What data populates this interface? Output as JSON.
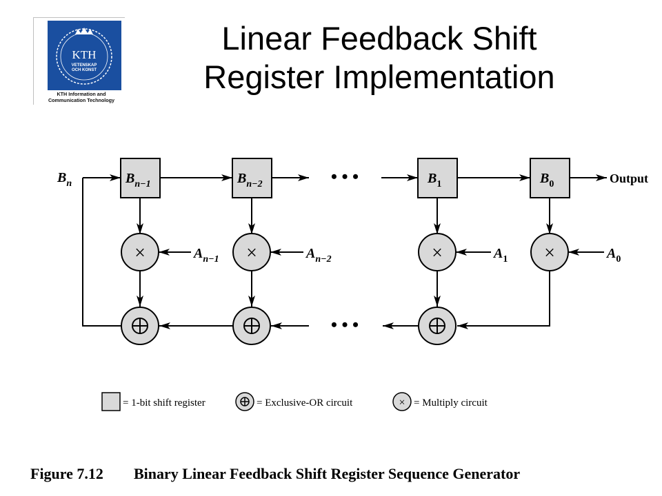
{
  "slide": {
    "title_line1": "Linear Feedback Shift",
    "title_line2": "Register Implementation"
  },
  "logo": {
    "text": "KTH",
    "sub1": "VETENSKAP",
    "sub2": "OCH KONST",
    "caption_line1": "KTH Information and",
    "caption_line2": "Communication Technology",
    "color": "#1a4fa0"
  },
  "diagram": {
    "input_label": "B",
    "input_sub": "n",
    "output_label": "Output",
    "ellipsis": "• • •",
    "registers": [
      {
        "main": "B",
        "sub": "n−1"
      },
      {
        "main": "B",
        "sub": "n−2"
      },
      {
        "main": "B",
        "sub": "1"
      },
      {
        "main": "B",
        "sub": "0"
      }
    ],
    "coefficients": [
      {
        "main": "A",
        "sub": "n−1"
      },
      {
        "main": "A",
        "sub": "n−2"
      },
      {
        "main": "A",
        "sub": "1"
      },
      {
        "main": "A",
        "sub": "0"
      }
    ],
    "multiply_symbol": "×",
    "xor_symbol": "⊕",
    "fill_color": "#d9d9d9"
  },
  "legend": {
    "register": "= 1-bit shift register",
    "xor": "= Exclusive-OR circuit",
    "multiply": "= Multiply circuit"
  },
  "caption": {
    "number": "Figure 7.12",
    "text": "Binary Linear Feedback Shift Register Sequence Generator"
  }
}
